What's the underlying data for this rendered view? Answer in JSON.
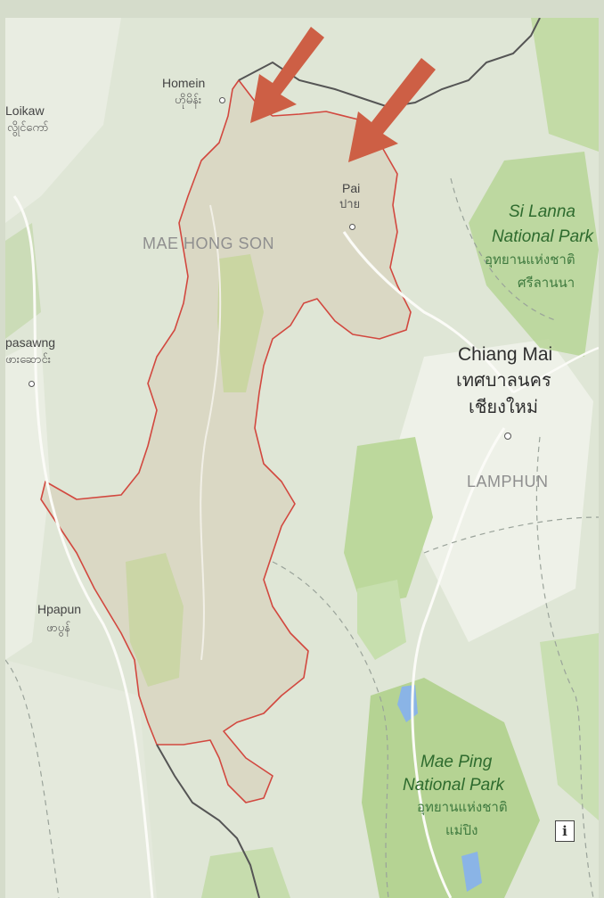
{
  "map": {
    "region": "MAE HONG SON",
    "district_east": "LAMPHUN",
    "places": [
      {
        "name": "Homein",
        "local": "ဟိုမိန်း"
      },
      {
        "name": "Loikaw",
        "local": "လွိုင်ကော်"
      },
      {
        "name": "Pai",
        "local": "ปาย"
      },
      {
        "name": "pasawng",
        "local": "ဖားဆောင်း"
      },
      {
        "name": "Hpapun",
        "local": "ဖာပွန်"
      }
    ],
    "city": {
      "name": "Chiang Mai",
      "local_line1": "เทศบาลนคร",
      "local_line2": "เชียงใหม่"
    },
    "parks": [
      {
        "name_line1": "Si Lanna",
        "name_line2": "National Park",
        "local_line1": "อุทยานแห่งชาติ",
        "local_line2": "ศรีลานนา"
      },
      {
        "name_line1": "Mae Ping",
        "name_line2": "National Park",
        "local_line1": "อุทยานแห่งชาติ",
        "local_line2": "แม่ปิง"
      }
    ],
    "info_button": "i",
    "colors": {
      "border": "#d2483f",
      "region_fill": "#d8d3bf",
      "forest": "#b7d596",
      "arrow": "#cd5f45",
      "water": "#8ab4e6"
    }
  }
}
